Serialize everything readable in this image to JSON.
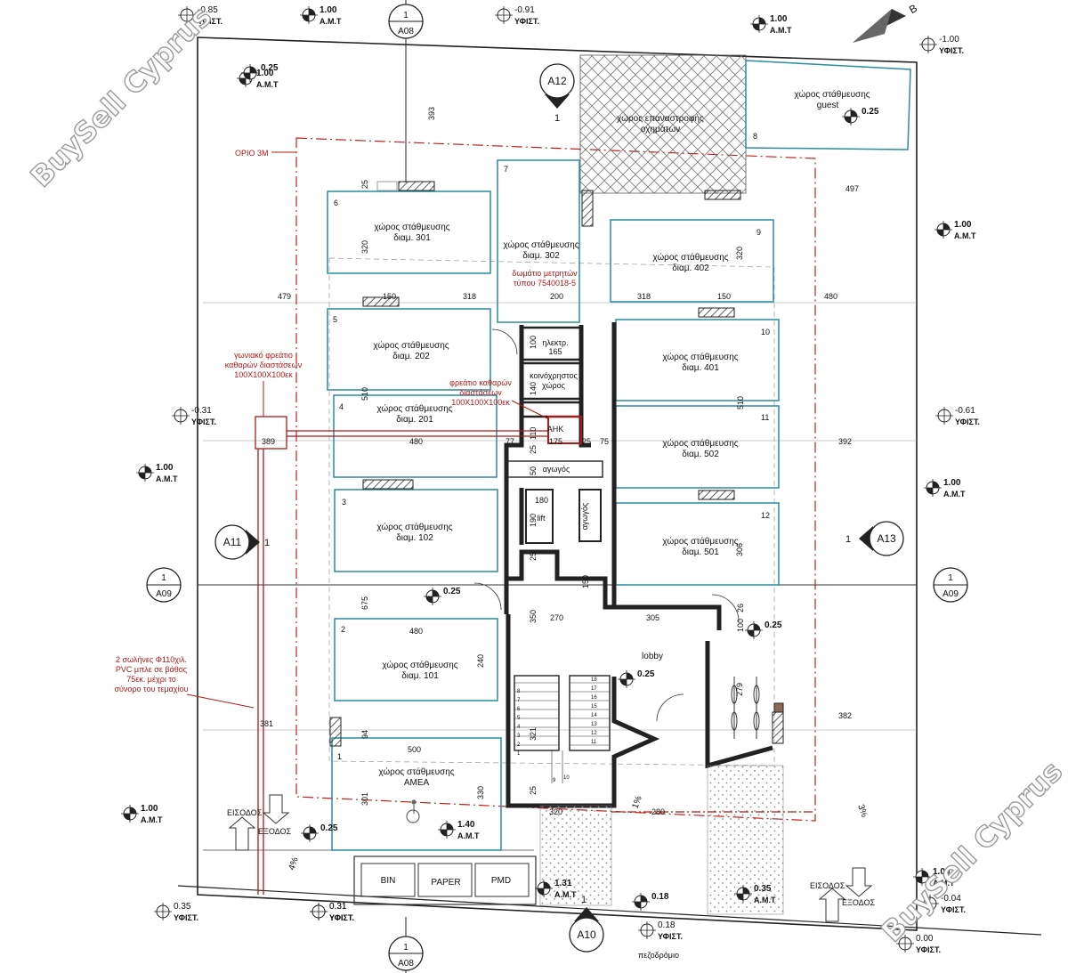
{
  "watermark": "BuySell Cyprus",
  "compass_label": "B",
  "spaces": [
    {
      "no": "1",
      "line1": "χώρος στάθμευσης",
      "line2": "ΑΜΕΑ"
    },
    {
      "no": "2",
      "line1": "χώρος στάθμευσης",
      "line2": "διαμ. 101"
    },
    {
      "no": "3",
      "line1": "χώρος στάθμευσης",
      "line2": "διαμ. 102"
    },
    {
      "no": "4",
      "line1": "χώρος στάθμευσης",
      "line2": "διαμ. 201"
    },
    {
      "no": "5",
      "line1": "χώρος στάθμευσης",
      "line2": "διαμ. 202"
    },
    {
      "no": "6",
      "line1": "χώρος στάθμευσης",
      "line2": "διαμ. 301"
    },
    {
      "no": "7",
      "line1": "χώρος στάθμευσης",
      "line2": "διαμ. 302"
    },
    {
      "no": "8",
      "line1": "χώρος στάθμευσης",
      "line2": "guest"
    },
    {
      "no": "9",
      "line1": "χώρος στάθμευσης",
      "line2": "διαμ. 402"
    },
    {
      "no": "10",
      "line1": "χώρος στάθμευσης",
      "line2": "διαμ. 401"
    },
    {
      "no": "11",
      "line1": "χώρος στάθμευσης",
      "line2": "διαμ. 502"
    },
    {
      "no": "12",
      "line1": "χώρος στάθμευσης",
      "line2": "διαμ. 501"
    }
  ],
  "rooms": {
    "turning_area": [
      "χώρος επαναστροφής",
      "οχημάτων"
    ],
    "meter_room": [
      "δωμάτιο μετρητών",
      "τύπου 7540018-5"
    ],
    "electrical": [
      "ηλεκτρ.",
      "165"
    ],
    "common_area": [
      "κοινόχρηστος",
      "χώρος"
    ],
    "ahk": "ΑΗΚ",
    "duct1": "αγωγός",
    "duct2": "αγωγός",
    "lift": "lift",
    "lobby": "lobby",
    "bin": "BIN",
    "paper": "PAPER",
    "pmd": "PMD",
    "sidewalk": "πεζοδρόμιο"
  },
  "notes": {
    "setback": "ΟΡΙΟ 3Μ",
    "corner_manhole": [
      "γωνιακό φρεάτιο",
      "καθαρών διαστάσεων",
      "100Χ100Χ100εκ"
    ],
    "manhole": [
      "φρεάτιο καθαρών",
      "διαστάσεων",
      "100Χ100Χ100εκ"
    ],
    "pipes": [
      "2 σωλήνες Φ110χιλ.",
      "PVC μπλε σε βάθος",
      "75εκ. μέχρι το",
      "σύνορο του τεμαχίου"
    ]
  },
  "entries": {
    "entry": "ΕΙΣΟΔΟΣ",
    "exit": "ΕΞΟΔΟΣ"
  },
  "slopes": [
    "4%",
    "1%",
    "3%"
  ],
  "section_markers": [
    {
      "num": "1",
      "ref": "A08"
    },
    {
      "num": "1",
      "ref": "A08"
    },
    {
      "num": "1",
      "ref": "A09"
    },
    {
      "num": "1",
      "ref": "A09"
    }
  ],
  "elevation_markers": [
    {
      "ref": "A12",
      "num": "1"
    },
    {
      "ref": "A11",
      "num": "1"
    },
    {
      "ref": "A13",
      "num": "1"
    },
    {
      "ref": "A10",
      "num": "1"
    }
  ],
  "levels": [
    {
      "value": "-0.85",
      "label": "ΥΦΙΣΤ."
    },
    {
      "value": "1.00",
      "label": "Α.Μ.Τ"
    },
    {
      "value": "-0.91",
      "label": "ΥΦΙΣΤ."
    },
    {
      "value": "1.00",
      "label": "Α.Μ.Τ"
    },
    {
      "value": "-1.00",
      "label": "ΥΦΙΣΤ."
    },
    {
      "value": "1.00",
      "label": "Α.Μ.Τ"
    },
    {
      "value": "0.25",
      "label": ""
    },
    {
      "value": "0.25",
      "label": ""
    },
    {
      "value": "1.00",
      "label": "Α.Μ.Τ"
    },
    {
      "value": "-0.31",
      "label": "ΥΦΙΣΤ."
    },
    {
      "value": "-0.61",
      "label": "ΥΦΙΣΤ."
    },
    {
      "value": "1.00",
      "label": "Α.Μ.Τ"
    },
    {
      "value": "1.00",
      "label": "Α.Μ.Τ"
    },
    {
      "value": "0.25",
      "label": ""
    },
    {
      "value": "0.25",
      "label": ""
    },
    {
      "value": "0.25",
      "label": ""
    },
    {
      "value": "1.00",
      "label": "Α.Μ.Τ"
    },
    {
      "value": "0.25",
      "label": ""
    },
    {
      "value": "1.40",
      "label": "Α.Μ.Τ"
    },
    {
      "value": "0.31",
      "label": "ΥΦΙΣΤ."
    },
    {
      "value": "1.31",
      "label": "Α.Μ.Τ"
    },
    {
      "value": "0.18",
      "label": ""
    },
    {
      "value": "0.35",
      "label": "Α.Μ.Τ"
    },
    {
      "value": "1.00",
      "label": "Α.Μ.Τ"
    },
    {
      "value": "-0.04",
      "label": "ΥΦΙΣΤ."
    },
    {
      "value": "0.35",
      "label": "ΥΦΙΣΤ."
    },
    {
      "value": "0.31",
      "label": "ΥΦΙΣΤ."
    },
    {
      "value": "0.18",
      "label": "ΥΦΙΣΤ."
    },
    {
      "value": "0.00",
      "label": "ΥΦΙΣΤ."
    }
  ],
  "dimensions": [
    "393",
    "25",
    "320",
    "479",
    "150",
    "318",
    "200",
    "318",
    "150",
    "480",
    "497",
    "320",
    "100",
    "140",
    "110",
    "510",
    "389",
    "480",
    "77",
    "175",
    "25",
    "75",
    "510",
    "392",
    "25",
    "50",
    "180",
    "190",
    "25",
    "150",
    "675",
    "350",
    "270",
    "305",
    "26",
    "100",
    "480",
    "240",
    "94",
    "321",
    "279",
    "382",
    "381",
    "500",
    "301",
    "330",
    "320",
    "280",
    "306",
    "25"
  ],
  "stair_numbers": [
    "1",
    "2",
    "3",
    "4",
    "5",
    "6",
    "7",
    "8",
    "9",
    "10",
    "11",
    "12",
    "13",
    "14",
    "15",
    "16",
    "17",
    "18"
  ]
}
